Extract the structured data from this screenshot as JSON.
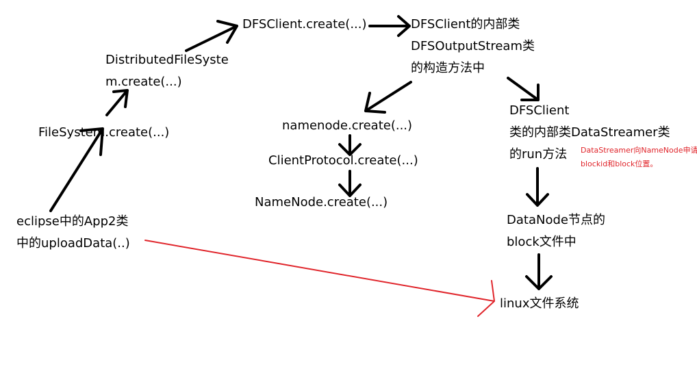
{
  "nodes": {
    "app": [
      "eclipse中的App2类",
      "中的uploadData(..)"
    ],
    "filesystem": [
      "FileSystem.create(...)"
    ],
    "distributed": [
      "DistributedFileSyste",
      "m.create(...)"
    ],
    "dfsclient": [
      "DFSClient.create(...)"
    ],
    "outputstream": [
      "DFSClient的内部类",
      "DFSOutputStream类",
      "的构造方法中"
    ],
    "namenode_lower": [
      "namenode.create(...)"
    ],
    "clientprotocol": [
      "ClientProtocol.create(...)"
    ],
    "namenode_upper": [
      "NameNode.create(...)"
    ],
    "datastreamer": [
      "DFSClient",
      "类的内部类DataStreamer类",
      "的run方法"
    ],
    "datanode": [
      "DataNode节点的",
      "block文件中"
    ],
    "linuxfs": [
      "linux文件系统"
    ]
  },
  "note": [
    "DataStreamer向NameNode申请",
    "blockid和block位置。"
  ],
  "colors": {
    "arrow": "#000000",
    "highlight": "#e0242a"
  }
}
